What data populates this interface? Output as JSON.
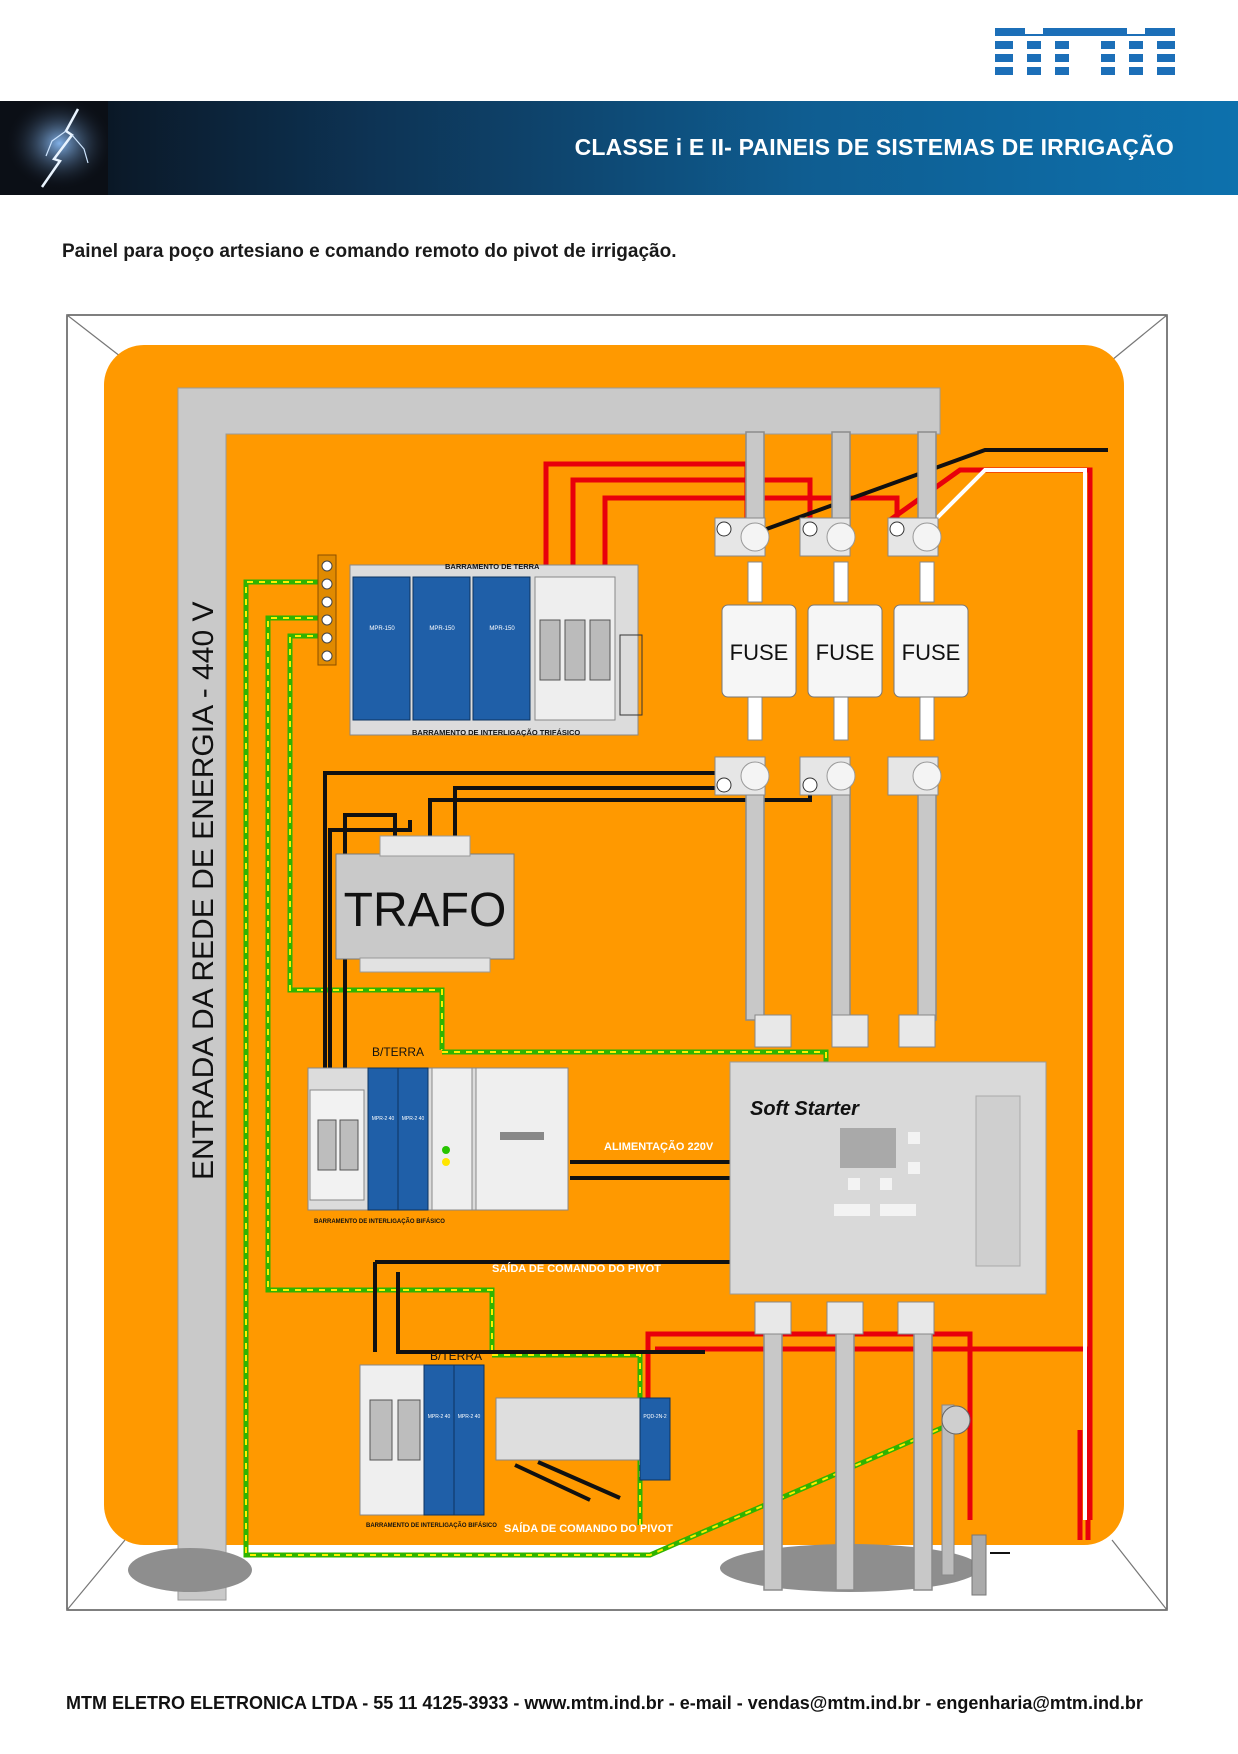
{
  "header": {
    "logo_text": "MTM",
    "title": "CLASSE i E II- PAINEIS DE SISTEMAS DE IRRIGAÇÃO"
  },
  "subtitle": "Painel para poço artesiano e comando remoto do pivot de irrigação.",
  "diagram": {
    "entrada": "ENTRADA DA REDE DE ENERGIA - 440 V",
    "barramento_terra": "BARRAMENTO DE TERRA",
    "barramento_trifasico": "BARRAMENTO DE INTERLIGAÇÃO TRIFÁSICO",
    "fuse": "FUSE",
    "trafo": "TRAFO",
    "b_terra": "B/TERRA",
    "soft_starter": "Soft Starter",
    "alimentacao": "ALIMENTAÇÃO 220V",
    "barramento_bifasico": "BARRAMENTO DE INTERLIGAÇÃO BIFÁSICO",
    "saida_pivot": "SAÍDA DE COMANDO DO PIVOT",
    "dps_model": "MPR-150",
    "dps_small_model": "MPR-2 40",
    "dps_pqd": "PQD-2N-2"
  },
  "footer": "MTM ELETRO ELETRONICA LTDA - 55 11 4125-3933 - www.mtm.ind.br - e-mail - vendas@mtm.ind.br - engenharia@mtm.ind.br",
  "colors": {
    "panel_orange": "#ff9900",
    "frame_gray": "#c8c8c8",
    "dps_blue": "#1f5fa8",
    "earth_green": "#33cc00",
    "earth_yellow": "#ffee00",
    "wire_red": "#e8000b",
    "wire_black": "#111111",
    "banner_blue": "#0d71ad"
  }
}
